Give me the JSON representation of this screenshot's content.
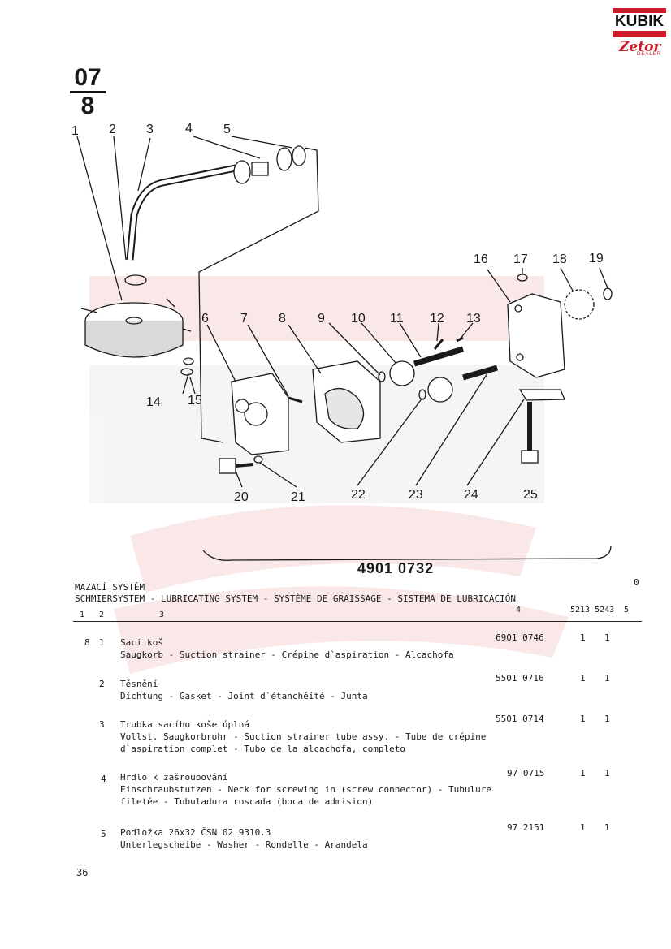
{
  "brand": {
    "logo_top": "KUBIK",
    "logo_script": "Zetor",
    "logo_sub": "DEALER"
  },
  "section": {
    "top": "07",
    "bottom": "8"
  },
  "diagram": {
    "callouts": [
      "1",
      "2",
      "3",
      "4",
      "5",
      "6",
      "7",
      "8",
      "9",
      "10",
      "11",
      "12",
      "13",
      "14",
      "15",
      "16",
      "17",
      "18",
      "19",
      "20",
      "21",
      "22",
      "23",
      "24",
      "25"
    ]
  },
  "group_part_number": "4901 0732",
  "header": {
    "title_cz": "MAZACÍ SYSTÉM",
    "title_multi": "SCHMIERSYSTEM - LUBRICATING SYSTEM - SYSTÈME DE GRAISSAGE - SISTEMA DE LUBRICACIÓN",
    "col1": "1",
    "col2": "2",
    "col3": "3",
    "col4": "4",
    "col_models": "5213 5243",
    "col5": "5",
    "corner": "0"
  },
  "rows": [
    {
      "group": "8",
      "pos": "1",
      "lines": [
        "Saci koš",
        "Saugkorb - Suction strainer - Crépine d`aspiration - Alcachofa"
      ],
      "part": "6901 0746",
      "q1": "1",
      "q2": "1"
    },
    {
      "group": "",
      "pos": "2",
      "lines": [
        "Těsnění",
        "Dichtung - Gasket - Joint d`étanchéité - Junta"
      ],
      "part": "5501 0716",
      "q1": "1",
      "q2": "1"
    },
    {
      "group": "",
      "pos": "3",
      "lines": [
        "Trubka sacího koše úplná",
        "Vollst. Saugkorbrohr - Suction strainer tube assy. - Tube de crépine",
        "d`aspiration complet - Tubo de la alcachofa, completo"
      ],
      "part": "5501 0714",
      "q1": "1",
      "q2": "1"
    },
    {
      "group": "",
      "pos": "4",
      "lines": [
        "Hrdlo k zašroubování",
        "Einschraubstutzen - Neck for screwing in (screw connector) - Tubulure",
        "filetée - Tubuladura roscada (boca de admision)"
      ],
      "part": "97 0715",
      "q1": "1",
      "q2": "1"
    },
    {
      "group": "",
      "pos": "5",
      "lines": [
        "Podložka 26x32 ČSN 02 9310.3",
        "Unterlegscheibe - Washer - Rondelle - Arandela"
      ],
      "part": "97 2151",
      "q1": "1",
      "q2": "1"
    }
  ],
  "page_number": "36",
  "colors": {
    "accent": "#d11a2a",
    "ink": "#1a1a1a",
    "watermark": "#f4cccc"
  }
}
